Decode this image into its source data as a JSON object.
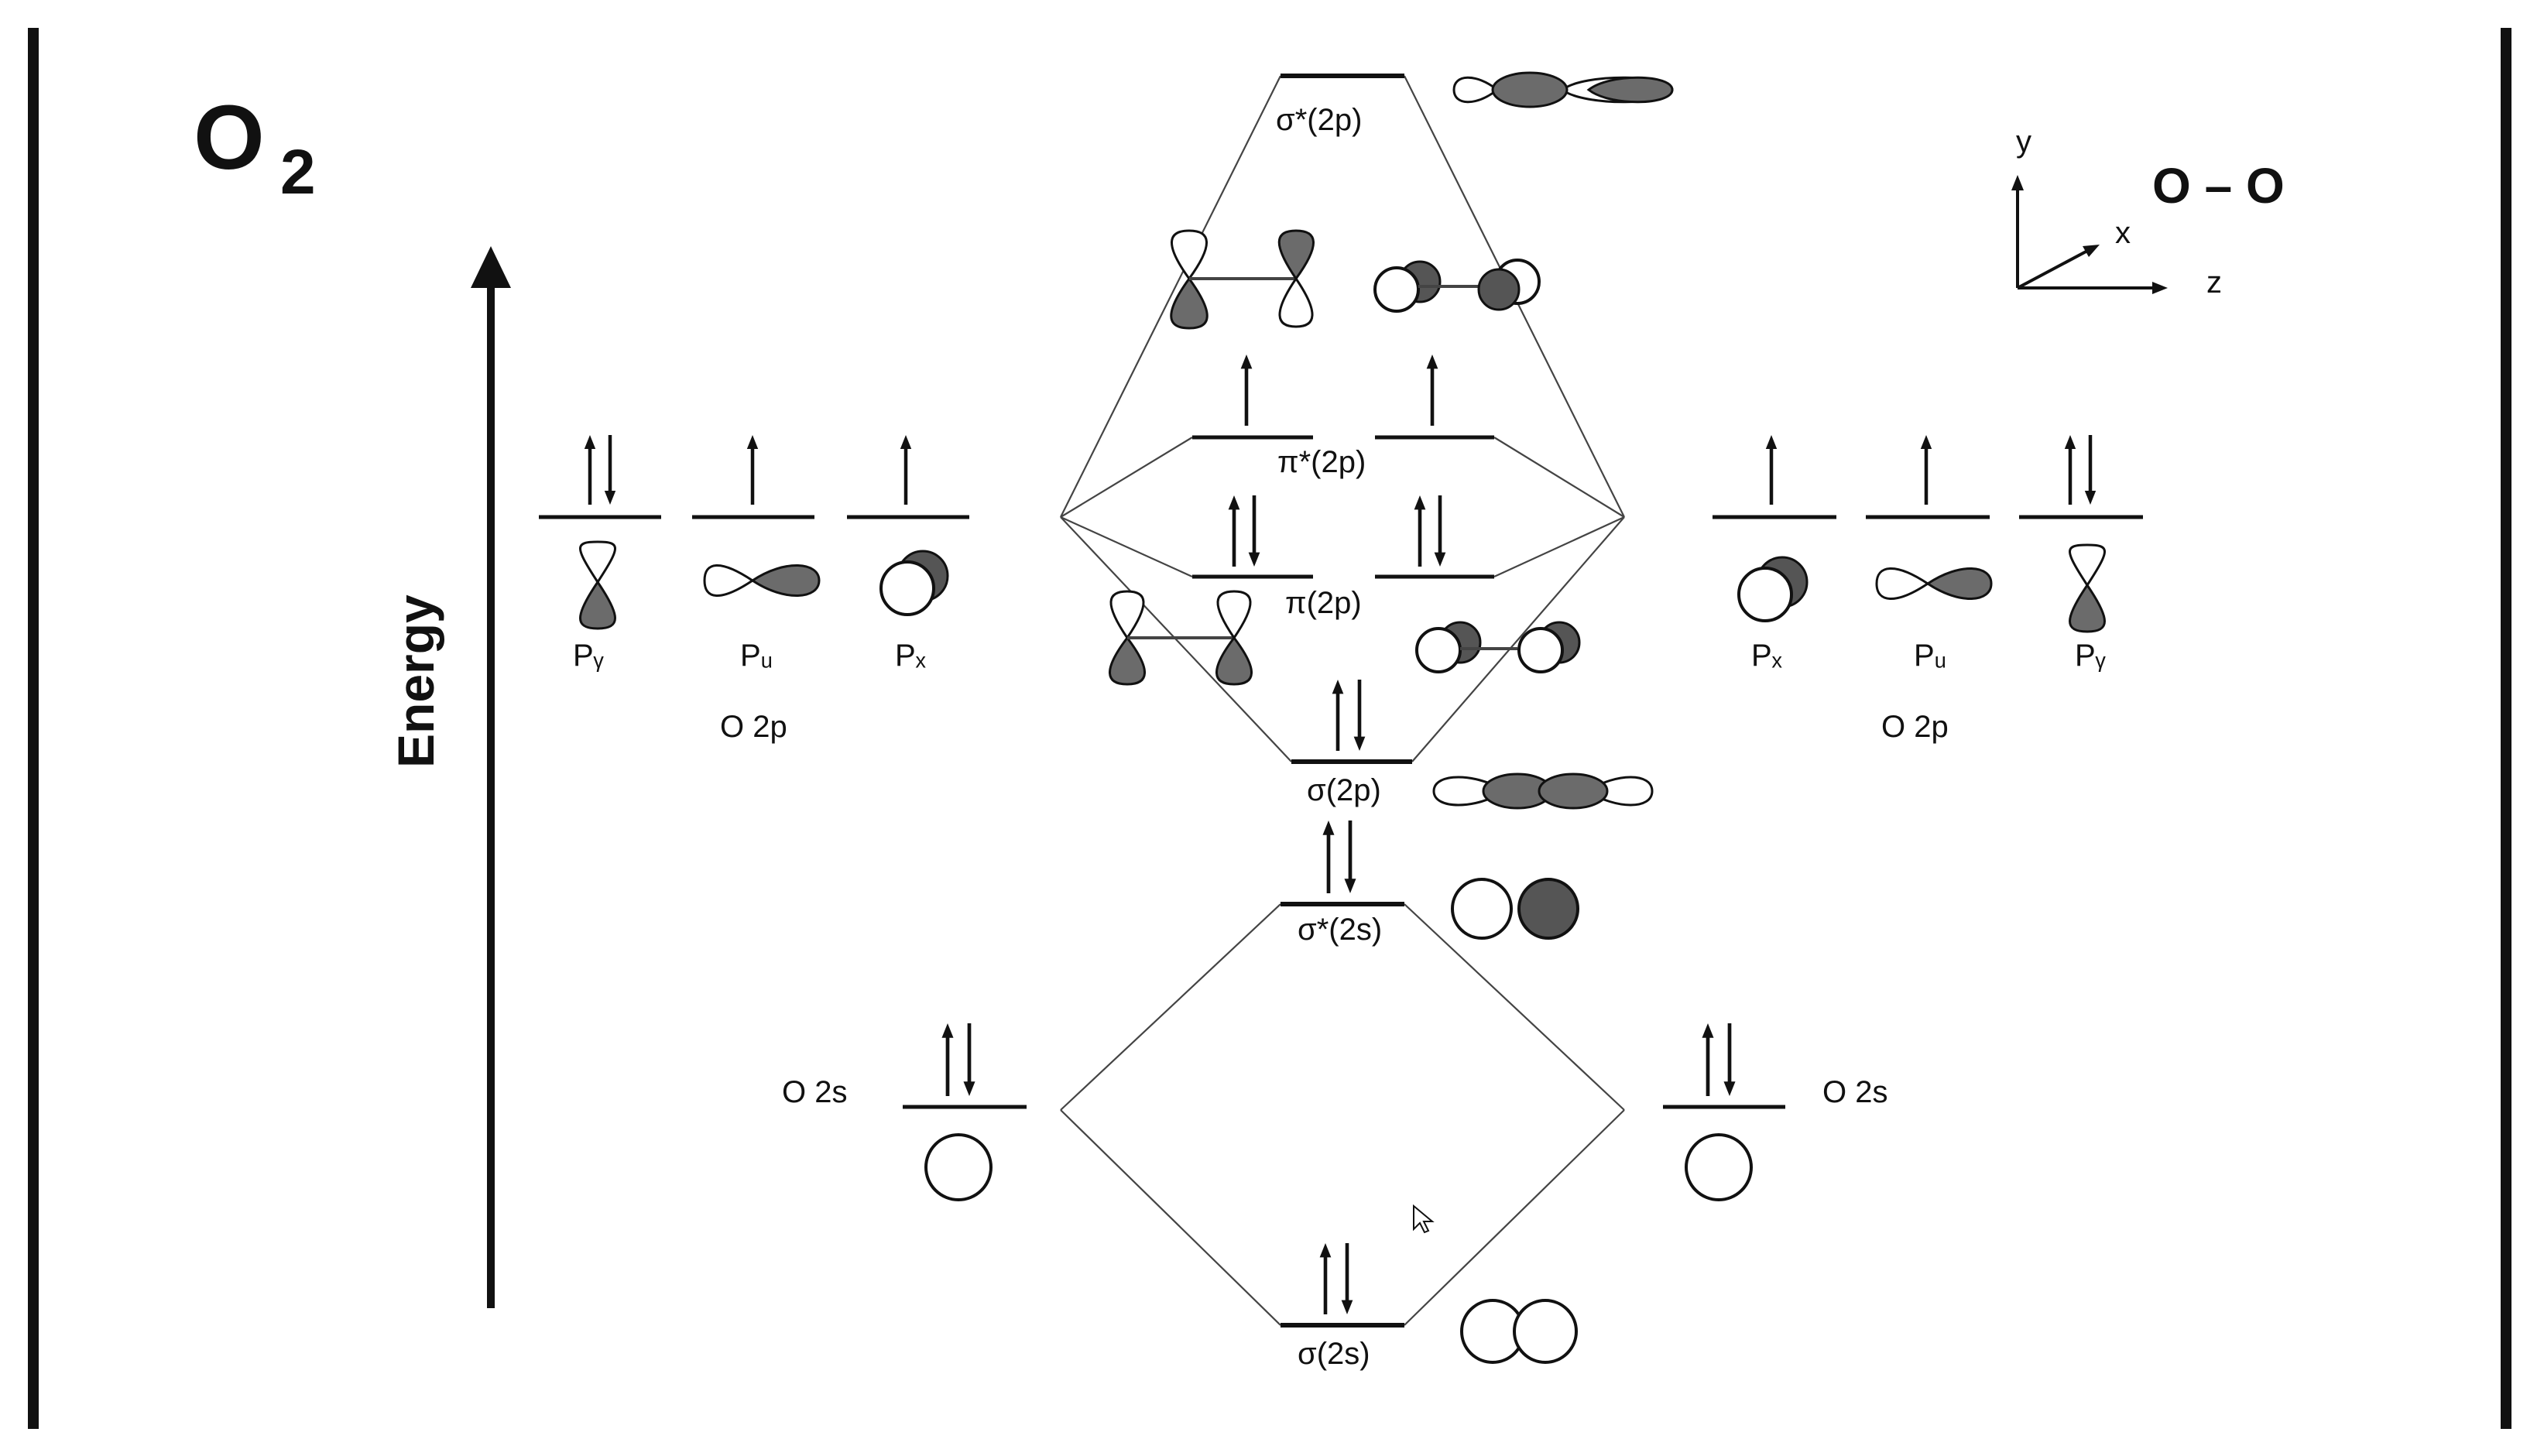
{
  "title": {
    "main": "O",
    "subscript": "2"
  },
  "energy_axis": {
    "label": "Energy"
  },
  "axes_icon": {
    "y": "y",
    "x": "x",
    "z": "z",
    "molecule": "O – O"
  },
  "left_atom": {
    "p_label": "O 2p",
    "s_label": "O 2s",
    "p_orbitals": [
      {
        "label": "Pᵧ",
        "electrons": 2
      },
      {
        "label": "Pᵤ",
        "electrons": 1
      },
      {
        "label": "Pₓ",
        "electrons": 1
      }
    ],
    "s_electrons": 2
  },
  "right_atom": {
    "p_label": "O 2p",
    "s_label": "O 2s",
    "p_orbitals": [
      {
        "label": "Pₓ",
        "electrons": 1
      },
      {
        "label": "Pᵤ",
        "electrons": 1
      },
      {
        "label": "Pᵧ",
        "electrons": 2
      }
    ],
    "s_electrons": 2
  },
  "molecular_orbitals": [
    {
      "label": "σ*(2p)",
      "electrons": 0
    },
    {
      "label": "π*(2p)",
      "electrons": [
        1,
        1
      ]
    },
    {
      "label": "π(2p)",
      "electrons": [
        2,
        2
      ]
    },
    {
      "label": "σ(2p)",
      "electrons": 2
    },
    {
      "label": "σ*(2s)",
      "electrons": 2
    },
    {
      "label": "σ(2s)",
      "electrons": 2
    }
  ],
  "colors": {
    "line": "#111111",
    "lobe_shaded": "#6b6b6b",
    "lobe_dark": "#555555",
    "connector": "#444444"
  }
}
